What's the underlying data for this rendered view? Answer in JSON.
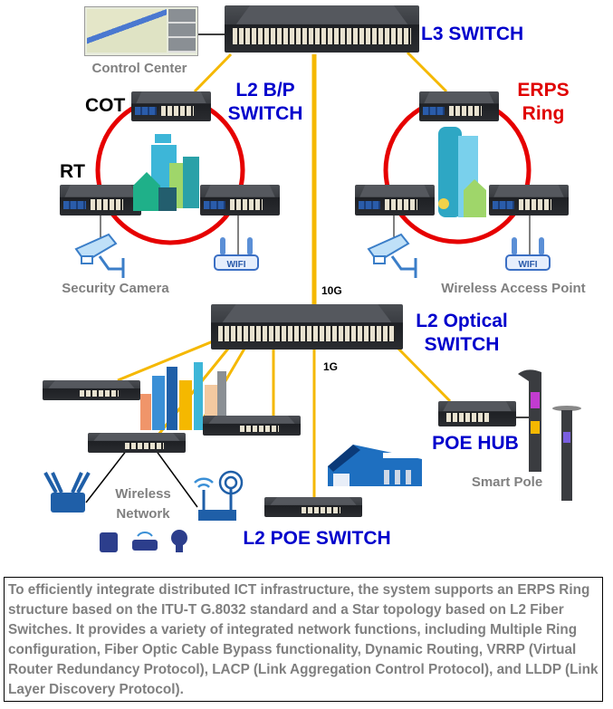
{
  "diagram": {
    "title": "Network topology: L3 switch, ERPS rings and L2 optical star",
    "labels": {
      "l3_switch": "L3 SWITCH",
      "control_center": "Control Center",
      "l2_bp_switch_line1": "L2 B/P",
      "l2_bp_switch_line2": "SWITCH",
      "cot": "COT",
      "rt": "RT",
      "erps_line1": "ERPS",
      "erps_line2": "Ring",
      "security_camera": "Security Camera",
      "wireless_access_point": "Wireless Access Point",
      "speed_10g": "10G",
      "speed_1g": "1G",
      "l2_optical_line1": "L2 Optical",
      "l2_optical_line2": "SWITCH",
      "poe_hub": "POE HUB",
      "smart_pole": "Smart Pole",
      "wireless_network_line1": "Wireless",
      "wireless_network_line2": "Network",
      "l2_poe_switch": "L2 POE SWITCH",
      "wifi_badge": "WIFI"
    },
    "colors": {
      "link_fiber": "#f5b800",
      "ring": "#e60000",
      "label_blue": "#0000cc",
      "label_red": "#e00000",
      "label_gray": "#808080",
      "icon_blue": "#1f5fa8"
    },
    "icons": [
      "l3-switch-icon",
      "control-center-icon",
      "ring-switch-icon",
      "city-buildings-icon",
      "security-camera-icon",
      "wifi-router-icon",
      "l2-optical-switch-icon",
      "poe-switch-icon",
      "warehouse-icon",
      "poe-hub-icon",
      "smart-pole-icon",
      "wireless-router-icon",
      "access-point-icon",
      "iot-device-icons"
    ]
  },
  "description": "To efficiently integrate distributed ICT infrastructure, the system supports an ERPS Ring structure based on the ITU-T G.8032 standard and a Star topology based on L2 Fiber Switches. It provides a variety of integrated network functions, including Multiple Ring configuration, Fiber Optic Cable Bypass functionality, Dynamic Routing, VRRP (Virtual Router Redundancy Protocol), LACP (Link Aggregation Control Protocol), and LLDP (Link Layer Discovery Protocol)."
}
